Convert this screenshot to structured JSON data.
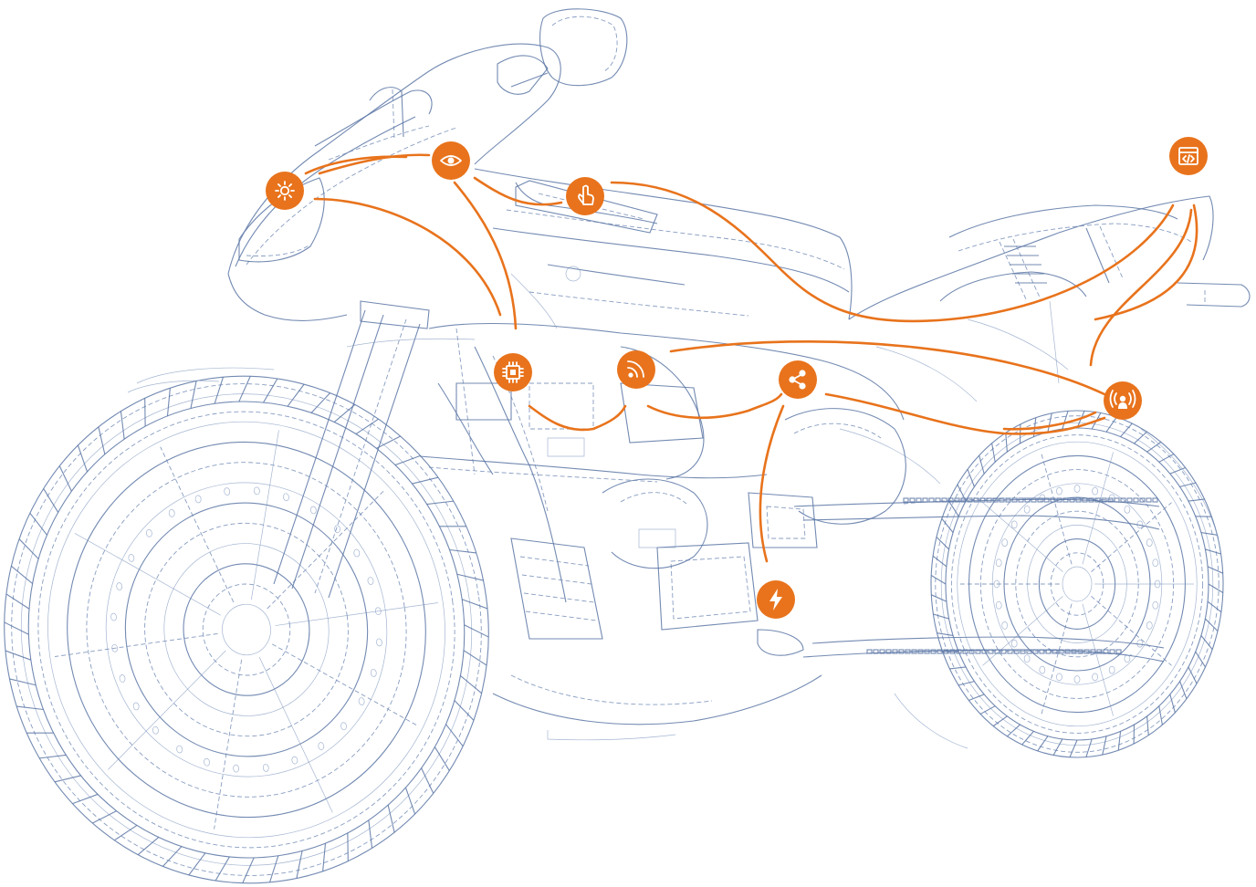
{
  "colors": {
    "accent": "#e8731c",
    "wireframe": "#5a76a4",
    "background": "#ffffff"
  },
  "hotspots": [
    {
      "id": "light",
      "icon": "sun-icon"
    },
    {
      "id": "vision",
      "icon": "eye-icon"
    },
    {
      "id": "touch",
      "icon": "hand-pointer-icon"
    },
    {
      "id": "code",
      "icon": "code-window-icon"
    },
    {
      "id": "processor",
      "icon": "chip-icon"
    },
    {
      "id": "wireless",
      "icon": "rss-icon"
    },
    {
      "id": "connect",
      "icon": "share-icon"
    },
    {
      "id": "signal",
      "icon": "broadcast-icon"
    },
    {
      "id": "power",
      "icon": "lightning-icon"
    }
  ]
}
